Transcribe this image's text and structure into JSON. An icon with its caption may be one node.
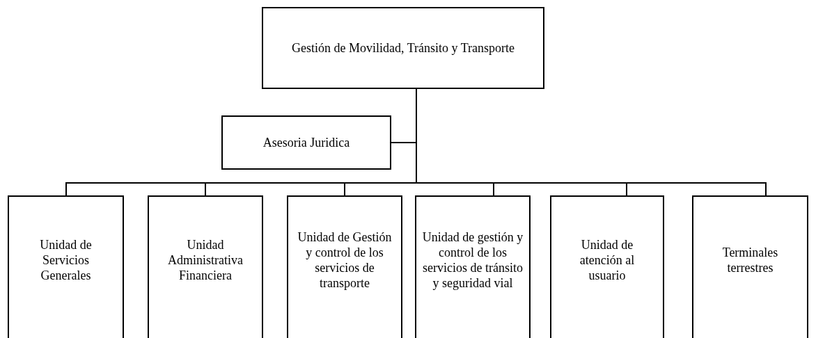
{
  "diagram": {
    "nodes": [
      {
        "text": [
          "Gestión de Movilidad, Tránsito y Transporte"
        ]
      },
      {
        "text": [
          "Asesoria Juridica"
        ]
      },
      {
        "text": [
          "Unidad de Servicios Generales"
        ]
      },
      {
        "text": [
          "Unidad Administrativa Financiera"
        ]
      },
      {
        "text": [
          "Unidad de Gestión y control de los servicios de transporte"
        ]
      },
      {
        "text": [
          "Unidad de gestión y control de los servicios de tránsito y seguridad vial"
        ]
      },
      {
        "text": [
          "Unidad de atención al usuario"
        ]
      },
      {
        "text": [
          "Terminales terrestres"
        ]
      }
    ],
    "edges": [
      {
        "from": 0,
        "to": 1,
        "arrow": "none"
      },
      {
        "from": 0,
        "to": 2,
        "arrow": "none"
      },
      {
        "from": 0,
        "to": 3,
        "arrow": "none"
      },
      {
        "from": 0,
        "to": 4,
        "arrow": "none"
      },
      {
        "from": 0,
        "to": 5,
        "arrow": "none"
      },
      {
        "from": 0,
        "to": 6,
        "arrow": "none"
      },
      {
        "from": 0,
        "to": 7,
        "arrow": "none"
      }
    ]
  }
}
